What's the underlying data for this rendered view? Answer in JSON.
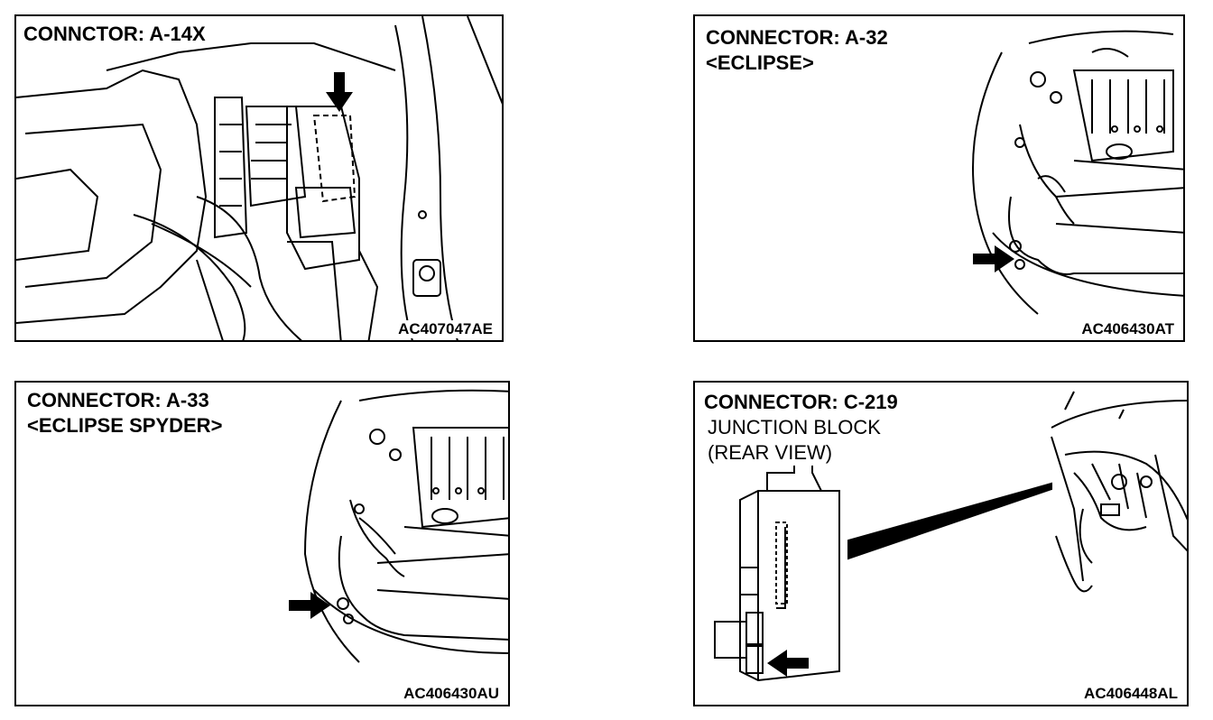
{
  "panels": [
    {
      "title": "CONNCTOR: A-14X",
      "subtitle": "",
      "code": "AC407047AE"
    },
    {
      "title": "CONNECTOR: A-32",
      "subtitle": "<ECLIPSE>",
      "code": "AC406430AT"
    },
    {
      "title": "CONNECTOR: A-33",
      "subtitle": "<ECLIPSE SPYDER>",
      "code": "AC406430AU"
    },
    {
      "title": "CONNECTOR: C-219",
      "subtitle": "JUNCTION BLOCK",
      "subtitle2": "(REAR VIEW)",
      "code": "AC406448AL"
    }
  ],
  "icons": [
    "location-arrow-icon",
    "engine-bay-illustration",
    "junction-block-illustration"
  ]
}
